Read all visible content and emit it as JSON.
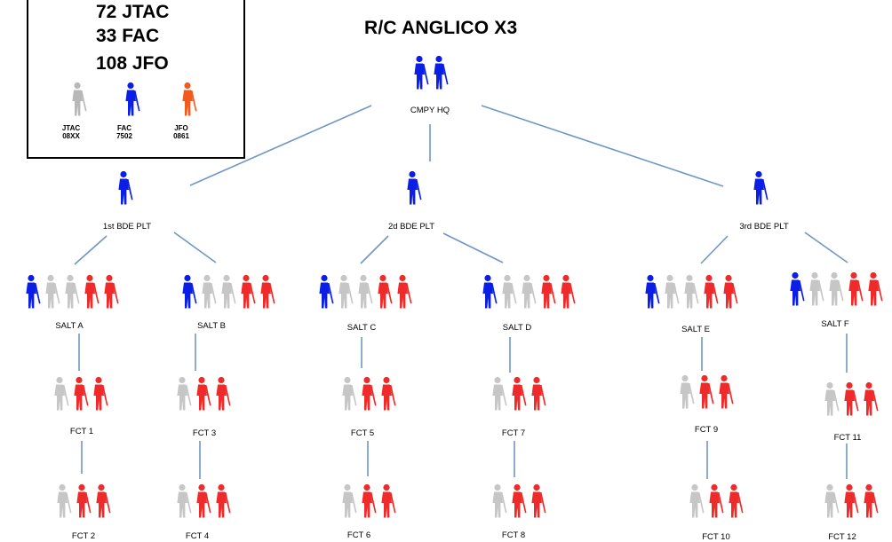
{
  "title": "R/C ANGLICO X3",
  "legend": {
    "counts": [
      "72 JTAC",
      "33 FAC",
      "108 JFO"
    ],
    "items": [
      {
        "role": "JTAC",
        "code": "08XX",
        "color": "#b8b8b8"
      },
      {
        "role": "FAC",
        "code": "7502",
        "color": "#0a1ee6"
      },
      {
        "role": "JFO",
        "code": "0861",
        "color": "#f25a1e"
      }
    ]
  },
  "colors": {
    "jtac": "#c6c6c6",
    "fac": "#0a1ee6",
    "jfo": "#ef2a2a",
    "line": "#6f97c3"
  },
  "icon": "rifleman-icon",
  "org": {
    "hq": {
      "label": "CMPY HQ",
      "members": [
        "fac",
        "fac"
      ]
    },
    "platoons": [
      {
        "label": "1st BDE PLT",
        "members": [
          "fac"
        ]
      },
      {
        "label": "2d BDE PLT",
        "members": [
          "fac"
        ]
      },
      {
        "label": "3rd BDE PLT",
        "members": [
          "fac"
        ]
      }
    ],
    "salts": [
      {
        "label": "SALT A",
        "members": [
          "fac",
          "jtac",
          "jtac",
          "jfo",
          "jfo"
        ]
      },
      {
        "label": "SALT B",
        "members": [
          "fac",
          "jtac",
          "jtac",
          "jfo",
          "jfo"
        ]
      },
      {
        "label": "SALT C",
        "members": [
          "fac",
          "jtac",
          "jtac",
          "jfo",
          "jfo"
        ]
      },
      {
        "label": "SALT D",
        "members": [
          "fac",
          "jtac",
          "jtac",
          "jfo",
          "jfo"
        ]
      },
      {
        "label": "SALT E",
        "members": [
          "fac",
          "jtac",
          "jtac",
          "jfo",
          "jfo"
        ]
      },
      {
        "label": "SALT F",
        "members": [
          "fac",
          "jtac",
          "jtac",
          "jfo",
          "jfo"
        ]
      }
    ],
    "fcts": [
      {
        "label": "FCT 1",
        "members": [
          "jtac",
          "jfo",
          "jfo"
        ]
      },
      {
        "label": "FCT 2",
        "members": [
          "jtac",
          "jfo",
          "jfo"
        ]
      },
      {
        "label": "FCT 3",
        "members": [
          "jtac",
          "jfo",
          "jfo"
        ]
      },
      {
        "label": "FCT 4",
        "members": [
          "jtac",
          "jfo",
          "jfo"
        ]
      },
      {
        "label": "FCT 5",
        "members": [
          "jtac",
          "jfo",
          "jfo"
        ]
      },
      {
        "label": "FCT 6",
        "members": [
          "jtac",
          "jfo",
          "jfo"
        ]
      },
      {
        "label": "FCT 7",
        "members": [
          "jtac",
          "jfo",
          "jfo"
        ]
      },
      {
        "label": "FCT 8",
        "members": [
          "jtac",
          "jfo",
          "jfo"
        ]
      },
      {
        "label": "FCT 9",
        "members": [
          "jtac",
          "jfo",
          "jfo"
        ]
      },
      {
        "label": "FCT 10",
        "members": [
          "jtac",
          "jfo",
          "jfo"
        ]
      },
      {
        "label": "FCT 11",
        "members": [
          "jtac",
          "jfo",
          "jfo"
        ]
      },
      {
        "label": "FCT 12",
        "members": [
          "jtac",
          "jfo",
          "jfo"
        ]
      }
    ]
  }
}
